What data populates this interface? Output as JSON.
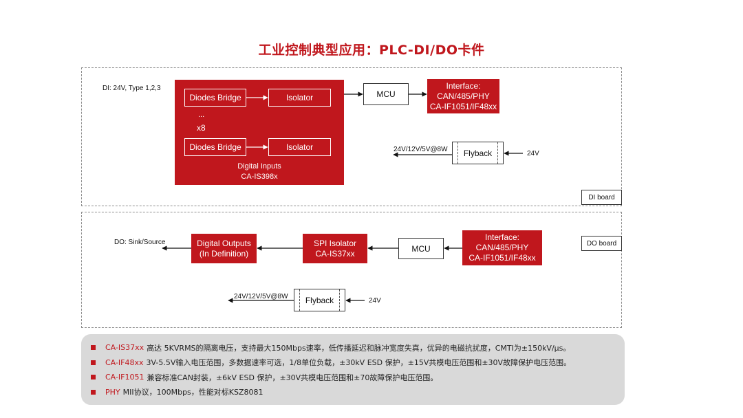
{
  "title": "工业控制典型应用：PLC-DI/DO卡件",
  "di": {
    "spec_label": "DI: 24V, Type 1,2,3",
    "board_tag": "DI board",
    "block_line1": "Digital Inputs",
    "block_line2": "CA-IS398x",
    "channel_1": {
      "bridge": "Diodes Bridge",
      "isolator": "Isolator"
    },
    "ellipsis": "...",
    "multiplier": "x8",
    "channel_2": {
      "bridge": "Diodes Bridge",
      "isolator": "Isolator"
    },
    "mcu": "MCU",
    "interface_line1": "Interface:",
    "interface_line2": "CAN/485/PHY",
    "interface_line3": "CA-IF1051/IF48xx",
    "flyback": "Flyback",
    "flyback_output": "24V/12V/5V@8W",
    "flyback_input": "24V"
  },
  "do": {
    "spec_label": "DO: Sink/Source",
    "board_tag": "DO board",
    "outputs_line1": "Digital Outputs",
    "outputs_line2": "(In Definition)",
    "spi_line1": "SPI Isolator",
    "spi_line2": "CA-IS37xx",
    "mcu": "MCU",
    "interface_line1": "Interface:",
    "interface_line2": "CAN/485/PHY",
    "interface_line3": "CA-IF1051/IF48xx",
    "flyback": "Flyback",
    "flyback_output": "24V/12V/5V@8W",
    "flyback_input": "24V"
  },
  "notes": [
    {
      "key": "CA-IS37xx",
      "text": "高达 5KVRMS的隔离电压，支持最大150Mbps速率，低传播延迟和脉冲宽度失真，优异的电磁抗扰度，CMTI为±150kV/μs。"
    },
    {
      "key": "CA-IF48xx",
      "text": "3V-5.5V输入电压范围，多数据速率可选，1/8单位负载，±30kV ESD 保护，±15V共模电压范围和±30V故障保护电压范围。"
    },
    {
      "key": "CA-IF1051",
      "text": "兼容标准CAN封装，±6kV ESD 保护，±30V共模电压范围和±70故障保护电压范围。"
    },
    {
      "key": "PHY",
      "text": "MII协议，100Mbps，性能对标KSZ8081"
    }
  ],
  "colors": {
    "accent": "#c0171d",
    "notes_bg": "#d9d9d9"
  }
}
